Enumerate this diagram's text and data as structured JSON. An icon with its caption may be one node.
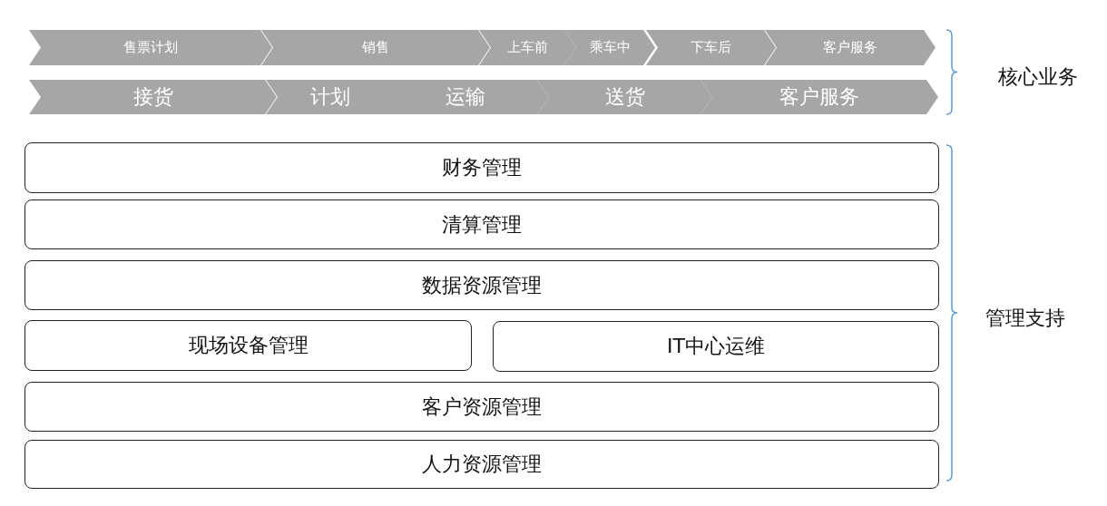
{
  "diagram": {
    "nodes": [
      {
        "text": [
          "售票计划"
        ]
      },
      {
        "text": [
          "销售"
        ]
      },
      {
        "text": [
          "上车前"
        ]
      },
      {
        "text": [
          "乘车中"
        ]
      },
      {
        "text": [
          "下车后"
        ]
      },
      {
        "text": [
          "客户服务"
        ]
      },
      {
        "text": [
          "接货"
        ]
      },
      {
        "text": [
          "计划"
        ]
      },
      {
        "text": [
          "运输"
        ]
      },
      {
        "text": [
          "送货"
        ]
      },
      {
        "text": [
          "客户服务"
        ]
      },
      {
        "text": [
          "财务管理"
        ]
      },
      {
        "text": [
          "清算管理"
        ]
      },
      {
        "text": [
          "数据资源管理"
        ]
      },
      {
        "text": [
          "现场设备管理"
        ]
      },
      {
        "text": [
          "IT中心运维"
        ]
      },
      {
        "text": [
          "客户资源管理"
        ]
      },
      {
        "text": [
          "人力资源管理"
        ]
      }
    ],
    "labels": [
      "核心业务",
      "管理支持"
    ]
  }
}
